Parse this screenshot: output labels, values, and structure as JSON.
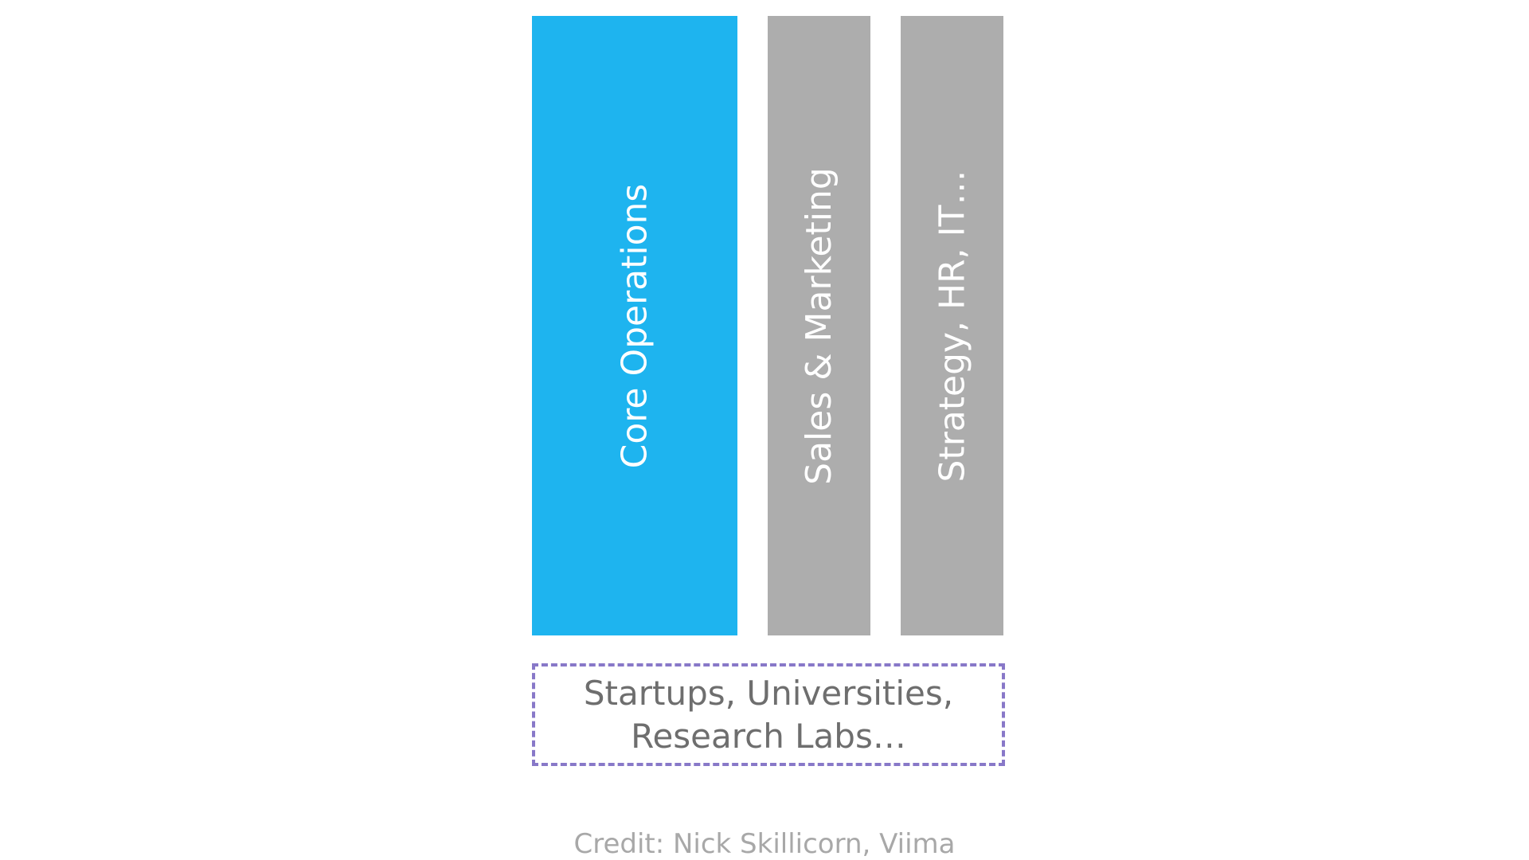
{
  "pillars": [
    {
      "label": "Core Operations",
      "color": "#1eb4ef"
    },
    {
      "label": "Sales & Marketing",
      "color": "#adadad"
    },
    {
      "label": "Strategy, HR, IT…",
      "color": "#adadad"
    }
  ],
  "ecosystem": {
    "line1": "Startups, Universities,",
    "line2": "Research Labs…",
    "border_color": "#8878c8"
  },
  "credit": "Credit: Nick Skillicorn, Viima"
}
